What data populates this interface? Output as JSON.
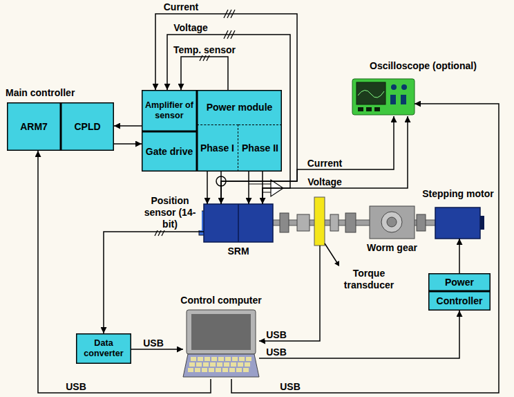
{
  "diagram": {
    "nodes": [
      {
        "text": [
          "Main controller"
        ]
      },
      {
        "text": [
          "ARM7"
        ],
        "in": 0
      },
      {
        "text": [
          "CPLD"
        ],
        "in": 0
      },
      {
        "text": [
          "Amplifier of sensor"
        ]
      },
      {
        "text": [
          "Gate drive"
        ]
      },
      {
        "text": [
          "Power module"
        ]
      },
      {
        "text": [
          "Phase I"
        ],
        "in": 5
      },
      {
        "text": [
          "Phase II"
        ],
        "in": 5
      },
      {
        "text": [
          "Oscilloscope (optional)"
        ]
      },
      {
        "text": [
          "SRM"
        ]
      },
      {
        "text": [
          "Torque transducer"
        ]
      },
      {
        "text": [
          "Worm gear"
        ]
      },
      {
        "text": [
          "Stepping motor"
        ]
      },
      {
        "text": [
          "Power"
        ]
      },
      {
        "text": [
          "Controller"
        ]
      },
      {
        "text": [
          "Control computer"
        ]
      },
      {
        "text": [
          "Data converter"
        ]
      }
    ],
    "edges": [
      {
        "from": 3,
        "to": 2,
        "arrow": "to"
      },
      {
        "from": 2,
        "to": 4,
        "arrow": "to"
      },
      {
        "from": 5,
        "to": 3,
        "label": "Temp. sensor",
        "arrow": "to"
      },
      {
        "from": 9,
        "to": 3,
        "label": "Current",
        "arrow": "to"
      },
      {
        "from": 9,
        "to": 3,
        "label": "Voltage",
        "arrow": "to"
      },
      {
        "from": 9,
        "to": 8,
        "label": "Current",
        "arrow": "to"
      },
      {
        "from": 9,
        "to": 8,
        "label": "Voltage",
        "arrow": "to"
      },
      {
        "from": 6,
        "to": 9,
        "arrow": "to"
      },
      {
        "from": 6,
        "to": 9,
        "arrow": "to"
      },
      {
        "from": 7,
        "to": 9,
        "arrow": "to"
      },
      {
        "from": 7,
        "to": 9,
        "arrow": "to"
      },
      {
        "from": 9,
        "to": 16,
        "arrow": "to"
      },
      {
        "from": 16,
        "to": 15,
        "label": "USB",
        "arrow": "to"
      },
      {
        "from": 10,
        "to": 15,
        "label": "USB",
        "arrow": "to"
      },
      {
        "from": 15,
        "to": 14,
        "label": "USB",
        "arrow": "to"
      },
      {
        "from": 13,
        "to": 12,
        "arrow": "to"
      },
      {
        "from": 15,
        "to": 1,
        "label": "USB",
        "arrow": "to"
      },
      {
        "from": 15,
        "to": 8,
        "label": "USB",
        "arrow": "to"
      }
    ],
    "labels": [
      "Position sensor (14-bit)"
    ]
  }
}
